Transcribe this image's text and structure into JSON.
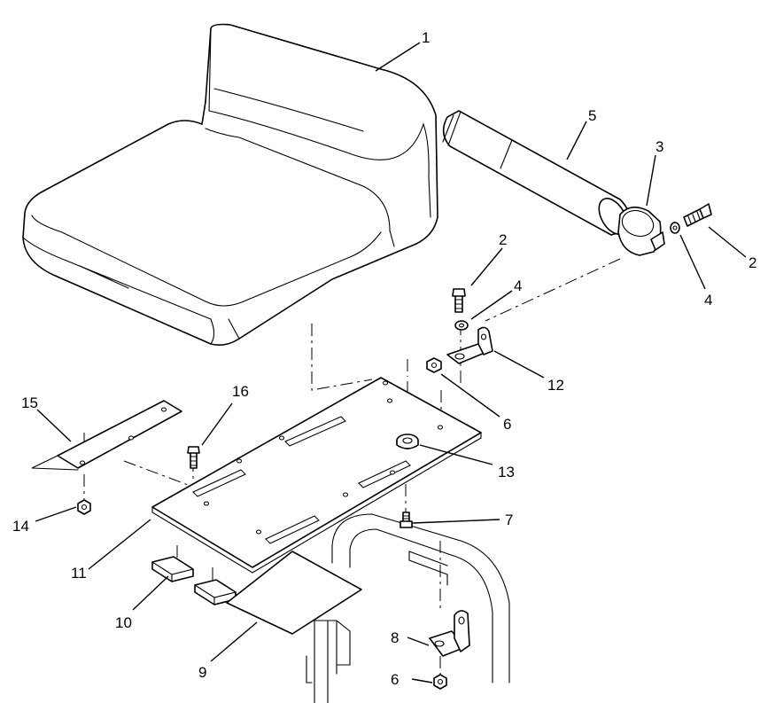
{
  "callouts": [
    {
      "id": "c1",
      "label": "1"
    },
    {
      "id": "c2a",
      "label": "2"
    },
    {
      "id": "c2b",
      "label": "2"
    },
    {
      "id": "c3",
      "label": "3"
    },
    {
      "id": "c4a",
      "label": "4"
    },
    {
      "id": "c4b",
      "label": "4"
    },
    {
      "id": "c5",
      "label": "5"
    },
    {
      "id": "c6a",
      "label": "6"
    },
    {
      "id": "c6b",
      "label": "6"
    },
    {
      "id": "c7",
      "label": "7"
    },
    {
      "id": "c8",
      "label": "8"
    },
    {
      "id": "c9",
      "label": "9"
    },
    {
      "id": "c10",
      "label": "10"
    },
    {
      "id": "c11",
      "label": "11"
    },
    {
      "id": "c12",
      "label": "12"
    },
    {
      "id": "c13",
      "label": "13"
    },
    {
      "id": "c14",
      "label": "14"
    },
    {
      "id": "c15",
      "label": "15"
    },
    {
      "id": "c16",
      "label": "16"
    }
  ]
}
